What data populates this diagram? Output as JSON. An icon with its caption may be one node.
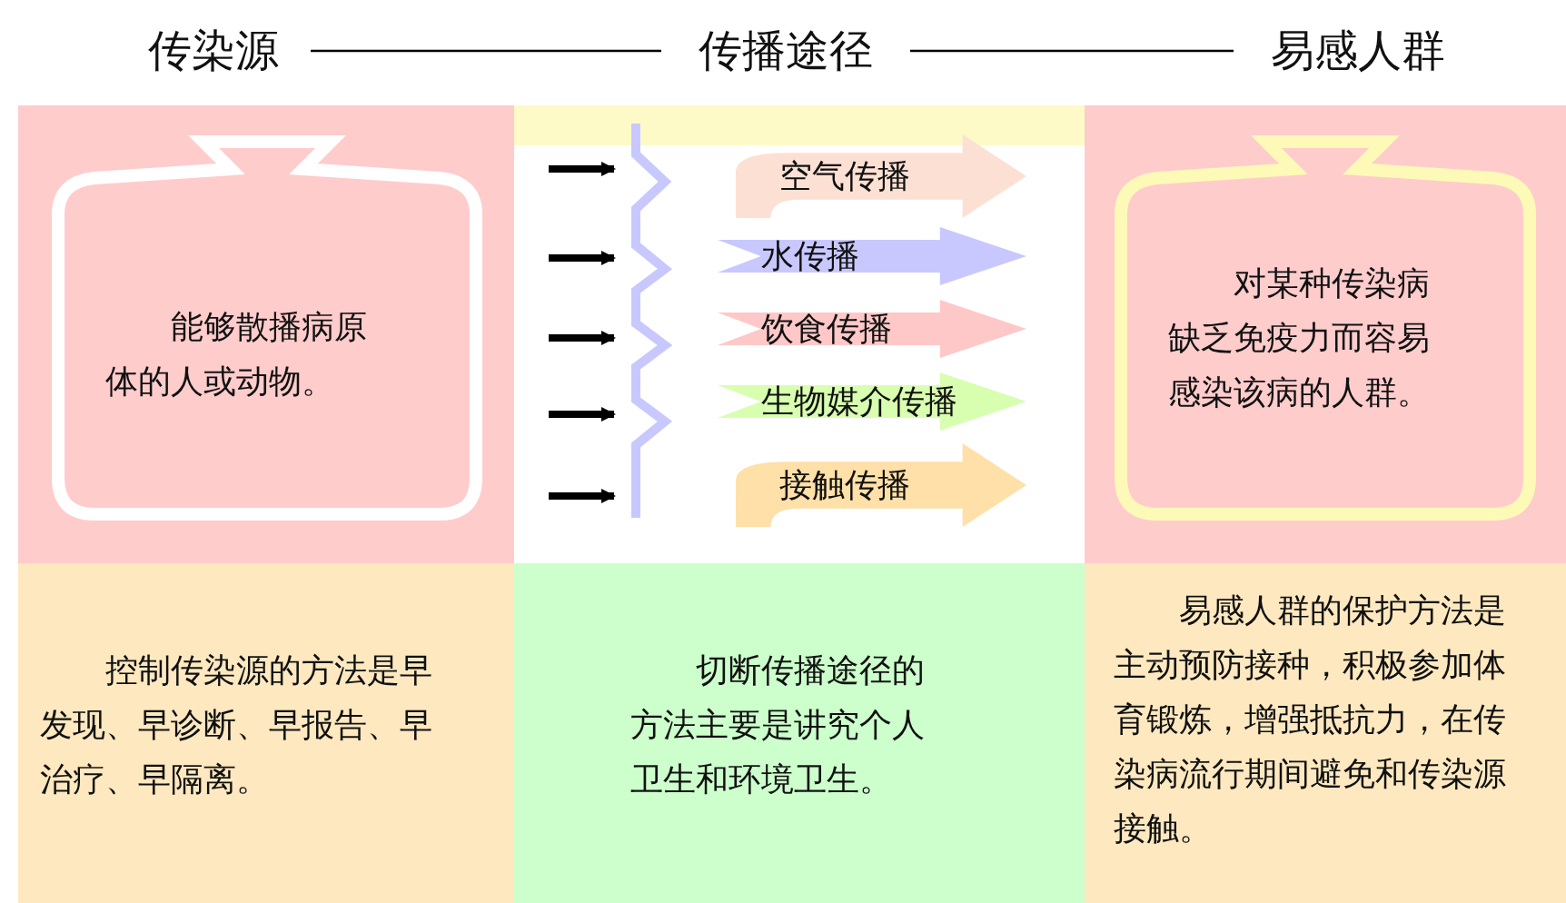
{
  "diagram": {
    "nodes": [
      {
        "text": [
          "传染源"
        ]
      },
      {
        "text": [
          "传播途径"
        ]
      },
      {
        "text": [
          "易感人群"
        ]
      },
      {
        "text": [
          "能够散播病原体的人或动物。"
        ]
      },
      {
        "text": [
          "对某种传染病缺乏免疫力而容易感染该病的人群。"
        ]
      },
      {
        "text": [
          "空气传播"
        ]
      },
      {
        "text": [
          "水传播"
        ]
      },
      {
        "text": [
          "饮食传播"
        ]
      },
      {
        "text": [
          "生物媒介传播"
        ]
      },
      {
        "text": [
          "接触传播"
        ]
      },
      {
        "text": [
          "控制传染源的方法是早发现、早诊断、早报告、早治疗、早隔离。"
        ]
      },
      {
        "text": [
          "切断传播途径的方法主要是讲究个人卫生和环境卫生。"
        ]
      },
      {
        "text": [
          "易感人群的保护方法是主动预防接种，积极参加体育锻炼，增强抵抗力，在传染病流行期间避免和传染源接触。"
        ]
      }
    ],
    "edges": [
      {
        "from": 0,
        "to": 1,
        "arrow": "none"
      },
      {
        "from": 1,
        "to": 2,
        "arrow": "none"
      }
    ]
  }
}
